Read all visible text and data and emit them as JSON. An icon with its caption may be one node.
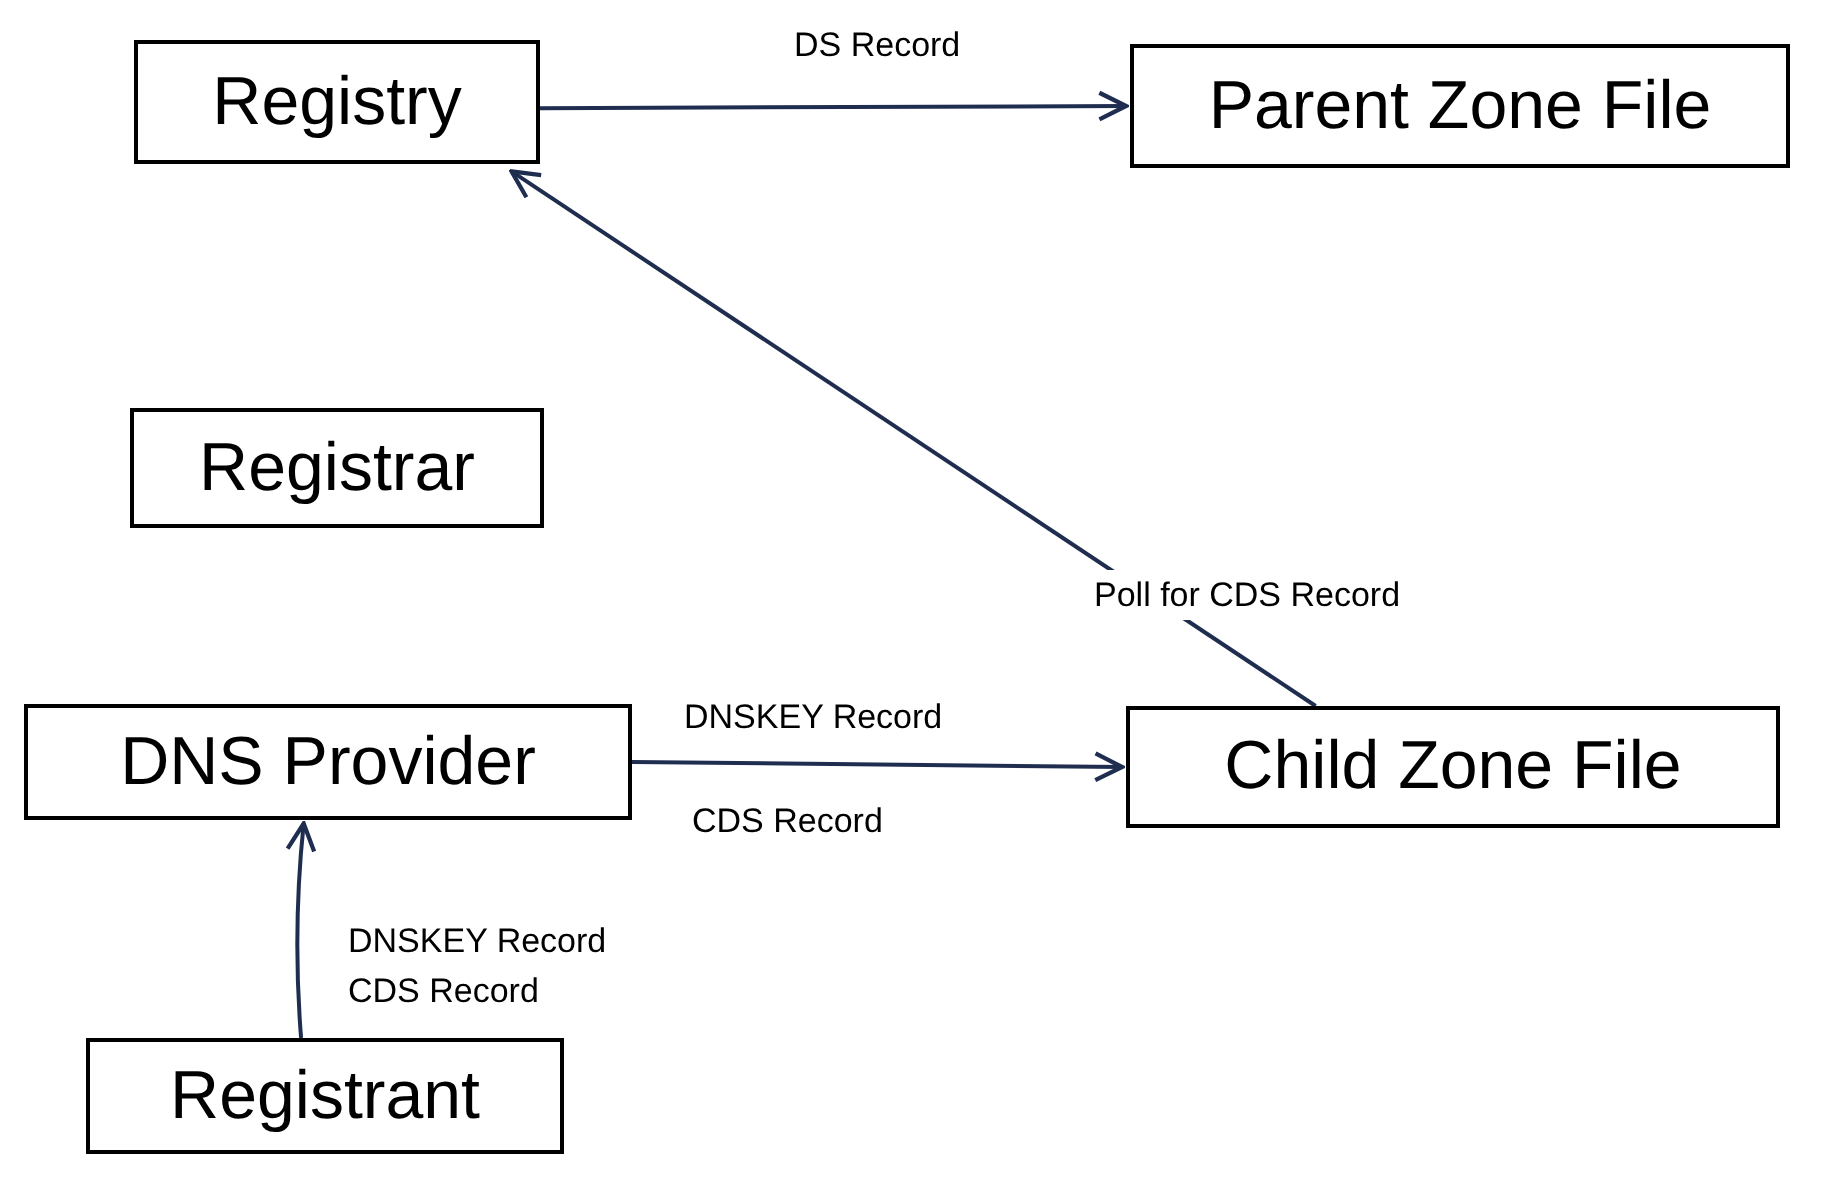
{
  "diagram": {
    "nodes": [
      {
        "text": [
          "Registry"
        ]
      },
      {
        "text": [
          "Parent Zone File"
        ]
      },
      {
        "text": [
          "Registrar"
        ]
      },
      {
        "text": [
          "DNS Provider"
        ]
      },
      {
        "text": [
          "Child Zone File"
        ]
      },
      {
        "text": [
          "Registrant"
        ]
      }
    ],
    "edges": [
      {
        "from": 0,
        "to": 1,
        "arrow": "to",
        "label": "DS Record"
      },
      {
        "from": 4,
        "to": 0,
        "arrow": "to",
        "label": "Poll for CDS Record"
      },
      {
        "from": 3,
        "to": 4,
        "arrow": "to",
        "label": "DNSKEY Record"
      },
      {
        "from": 5,
        "to": 3,
        "arrow": "to",
        "label": "DNSKEY Record CDS Record"
      }
    ],
    "labels": [
      "CDS Record"
    ]
  }
}
